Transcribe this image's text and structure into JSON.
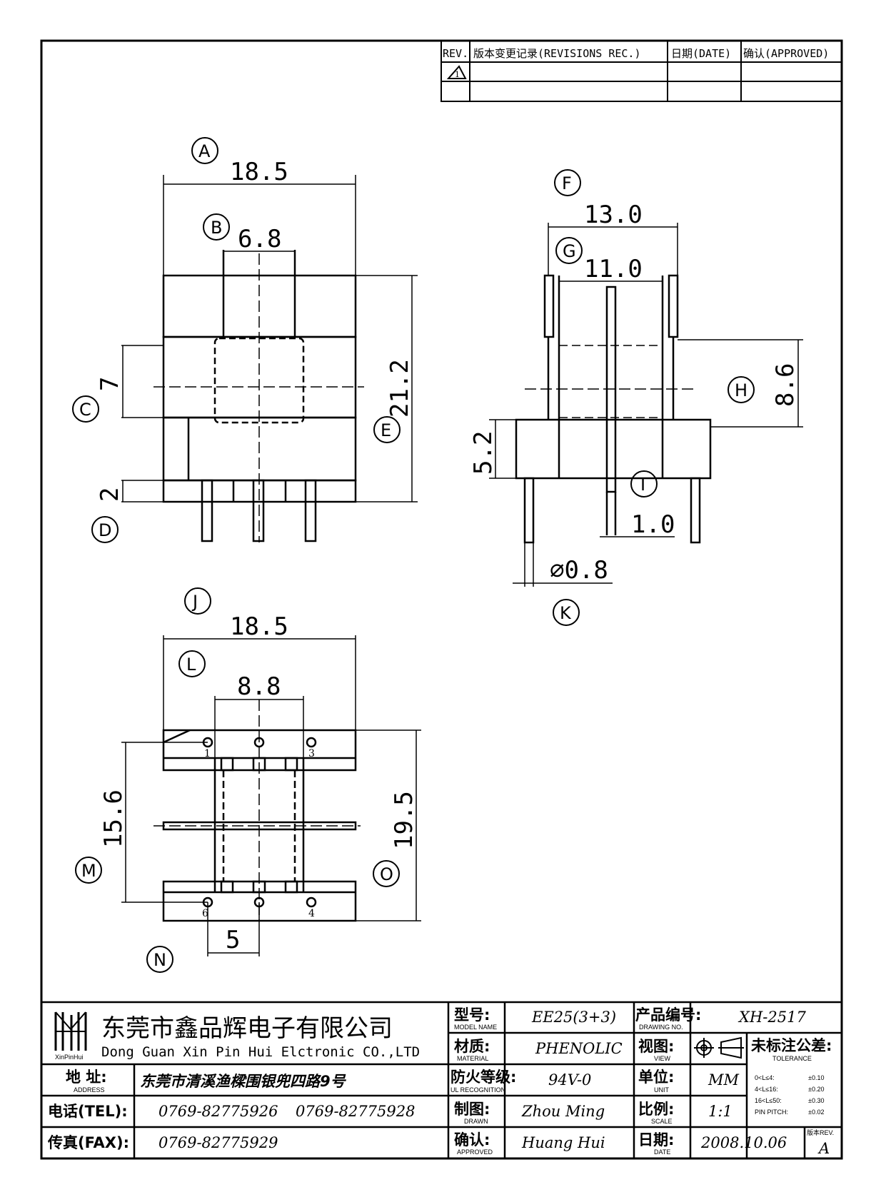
{
  "revision_block": {
    "rev_header": "REV.",
    "record_header": "版本变更记录(REVISIONS REC.)",
    "date_header": "日期(DATE)",
    "approved_header": "确认(APPROVED)",
    "rev_mark": "1"
  },
  "front_view": {
    "a_label": "A",
    "a_value": "18.5",
    "b_label": "B",
    "b_value": "6.8",
    "c_label": "C",
    "c_value": "7",
    "d_label": "D",
    "d_value": "2",
    "e_label": "E",
    "e_value": "21.2"
  },
  "side_view": {
    "f_label": "F",
    "f_value": "13.0",
    "g_label": "G",
    "g_value": "11.0",
    "h_label": "H",
    "h_value": "8.6",
    "i_label": "I",
    "i_value": "1.0",
    "k_label": "K",
    "k_value": "⌀0.8",
    "base_value": "5.2"
  },
  "bottom_view": {
    "j_label": "J",
    "j_value": "18.5",
    "l_label": "L",
    "l_value": "8.8",
    "m_label": "M",
    "m_value": "15.6",
    "n_label": "N",
    "n_value": "5",
    "o_label": "O",
    "o_value": "19.5",
    "pin_1": "1",
    "pin_3": "3",
    "pin_4": "4",
    "pin_6": "6"
  },
  "title_block": {
    "company_cn": "东莞市鑫品辉电子有限公司",
    "company_en": "Dong Guan Xin Pin Hui Elctronic CO.,LTD",
    "logo_text": "XinPinHui",
    "address_label": "地  址:",
    "address_label_en": "ADDRESS",
    "address_value": "东莞市清溪渔樑围银兜四路9号",
    "tel_label": "电话(TEL):",
    "tel_value_1": "0769-82775926",
    "tel_value_2": "0769-82775928",
    "fax_label": "传真(FAX):",
    "fax_value": "0769-82775929",
    "model_label": "型号:",
    "model_label_en": "MODEL NAME",
    "model_value": "EE25(3+3)",
    "material_label": "材质:",
    "material_label_en": "MATERIAL",
    "material_value": "PHENOLIC",
    "fire_label": "防火等级:",
    "fire_label_en": "UL RECOGNITION",
    "fire_value": "94V-0",
    "drawn_label": "制图:",
    "drawn_label_en": "DRAWN",
    "drawn_value": "Zhou Ming",
    "approved_label": "确认:",
    "approved_label_en": "APPROVED",
    "approved_value": "Huang Hui",
    "drawing_no_label": "产品编号:",
    "drawing_no_label_en": "DRAWING NO.",
    "drawing_no_value": "XH-2517",
    "view_label": "视图:",
    "view_label_en": "VIEW",
    "unit_label": "单位:",
    "unit_label_en": "UNIT",
    "unit_value": "MM",
    "scale_label": "比例:",
    "scale_label_en": "SCALE",
    "scale_value": "1:1",
    "date_label": "日期:",
    "date_label_en": "DATE",
    "date_value": "2008.10.06",
    "tolerance_label": "未标注公差:",
    "tolerance_label_en": "TOLERANCE",
    "tol_row_1": "0<L≤4:",
    "tol_val_1": "±0.10",
    "tol_row_2": "4<L≤16:",
    "tol_val_2": "±0.20",
    "tol_row_3": "16<L≤50:",
    "tol_val_3": "±0.30",
    "tol_row_4": "PIN PITCH:",
    "tol_val_4": "±0.02",
    "rev_label": "版本REV.",
    "rev_value": "A"
  }
}
